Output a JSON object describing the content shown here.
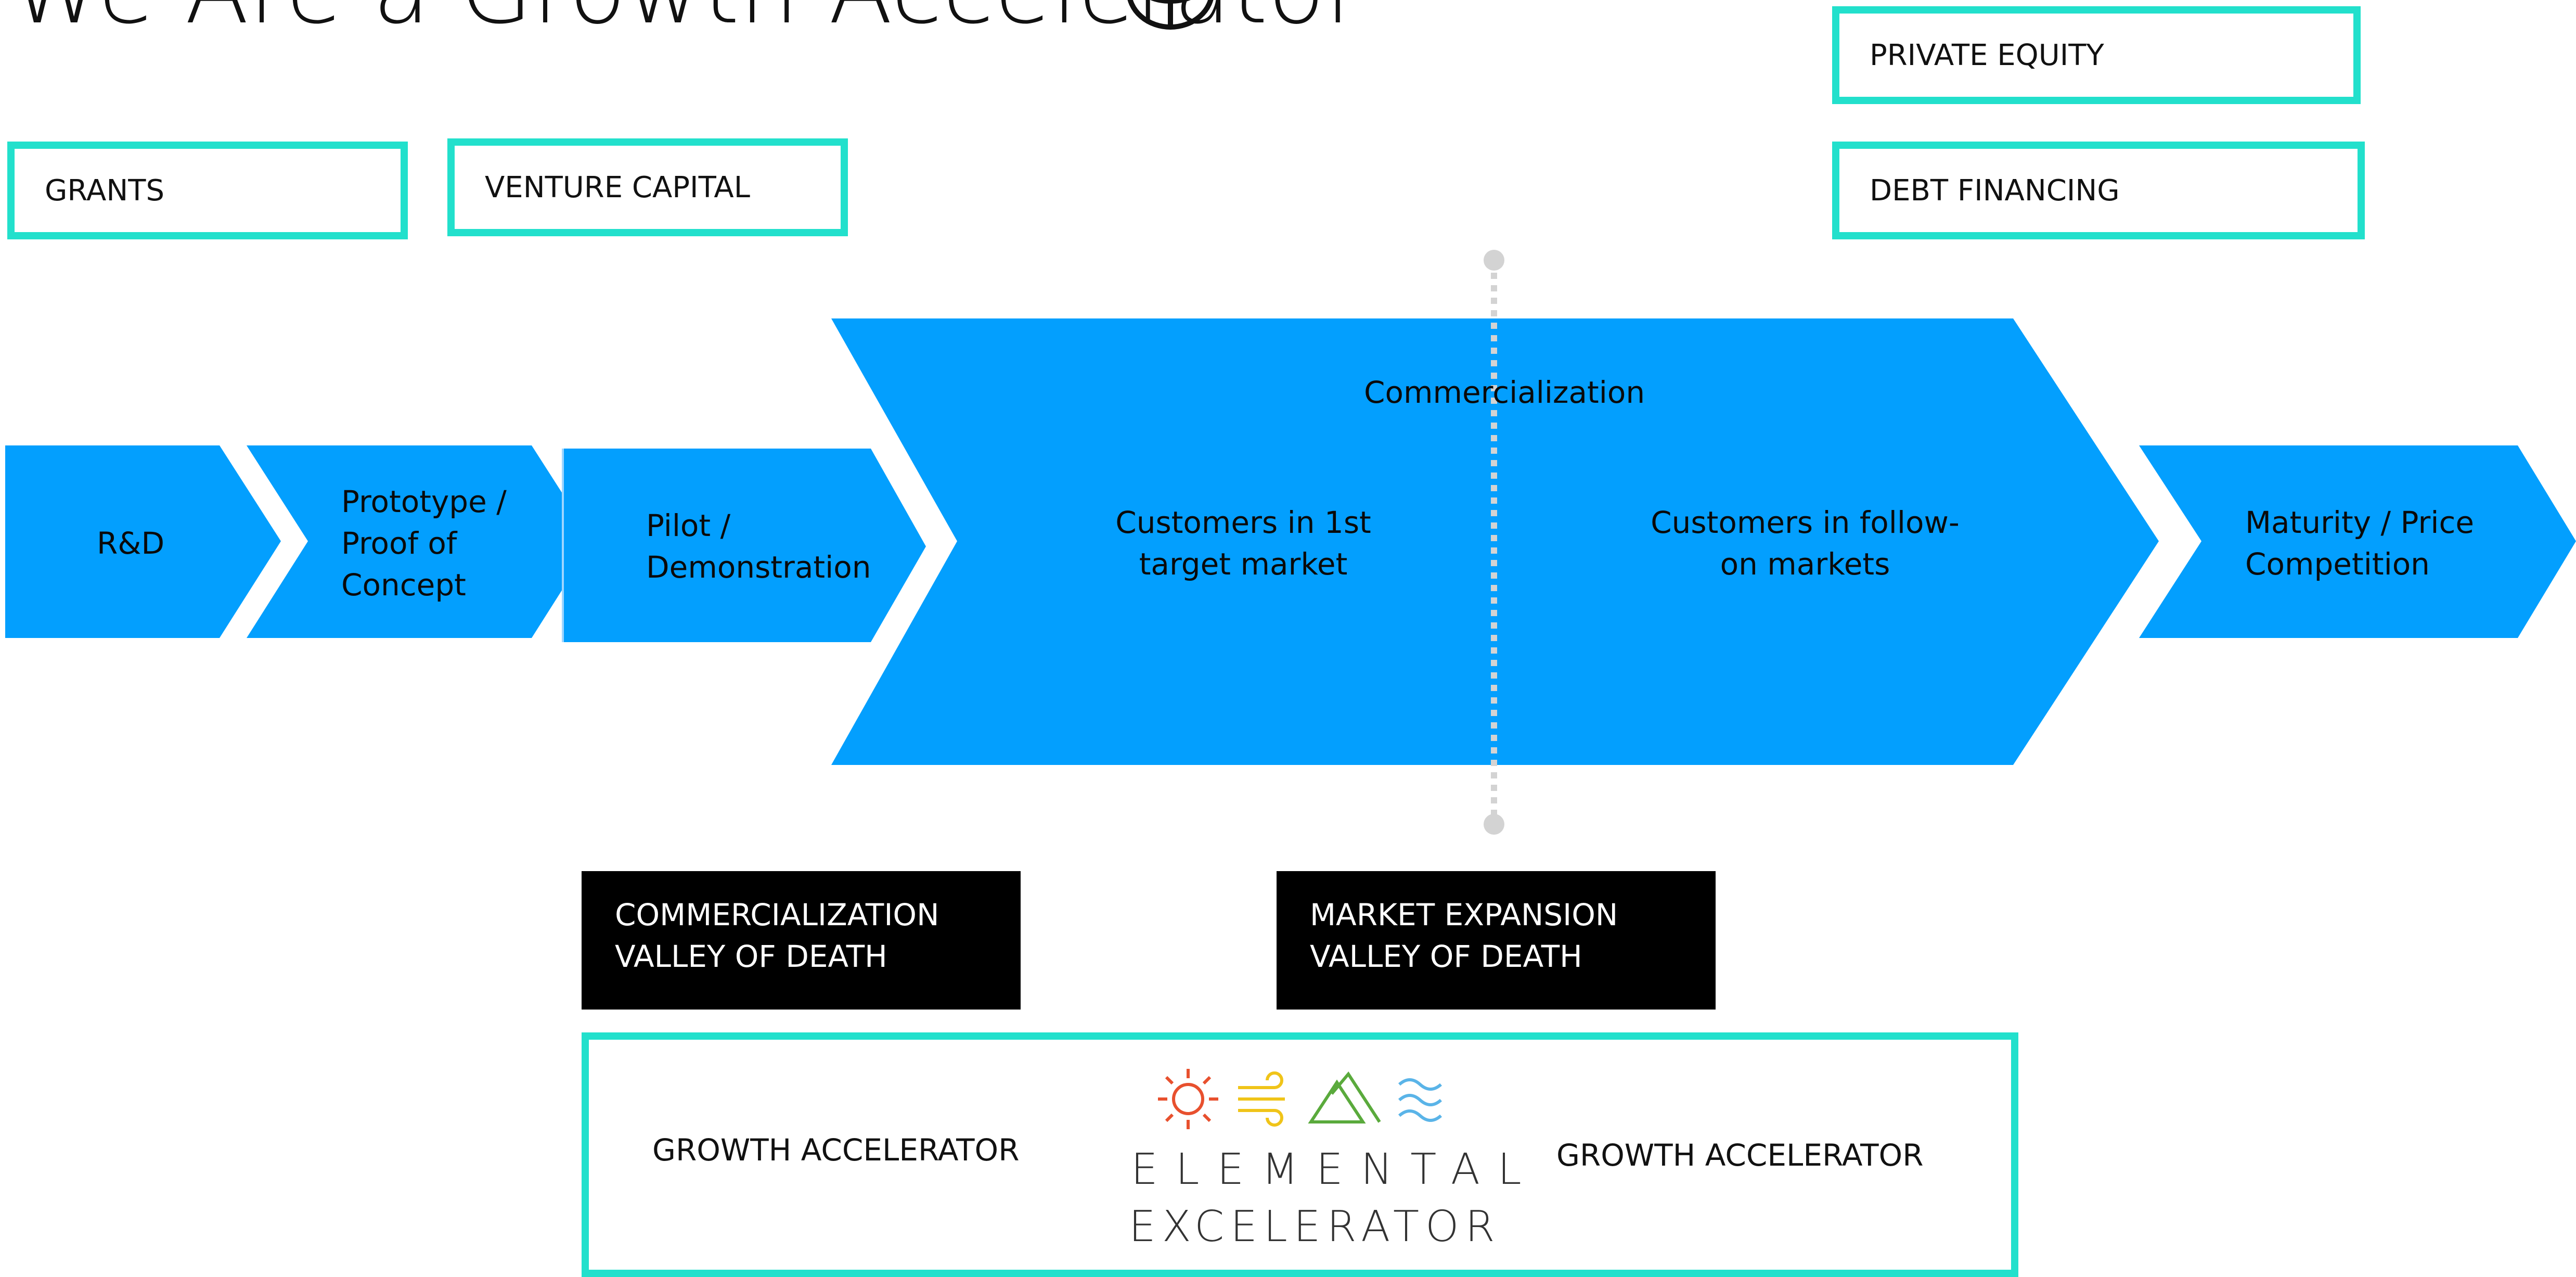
{
  "title": "We Are a Growth Accelerator",
  "colors": {
    "arrow": "#039ffe",
    "accent": "#22e0cc",
    "valley_bg": "#000000",
    "divider": "#d3d3d3"
  },
  "funding": {
    "grants": "GRANTS",
    "venture_capital": "VENTURE CAPITAL",
    "private_equity": "PRIVATE EQUITY",
    "debt_financing": "DEBT FINANCING"
  },
  "stages": {
    "rd": "R&D",
    "prototype": [
      "Prototype /",
      "Proof of",
      "Concept"
    ],
    "pilot": [
      "Pilot /",
      "Demonstration"
    ],
    "commercialization": "Commercialization",
    "first_market": [
      "Customers in 1st",
      "target market"
    ],
    "follow_on": [
      "Customers in follow-",
      "on markets"
    ],
    "maturity": [
      "Maturity / Price",
      "Competition"
    ]
  },
  "valleys": {
    "commercialization": [
      "COMMERCIALIZATION",
      "VALLEY OF DEATH"
    ],
    "market_expansion": [
      "MARKET EXPANSION",
      "VALLEY OF DEATH"
    ]
  },
  "accelerator": {
    "left_label": "GROWTH ACCELERATOR",
    "right_label": "GROWTH ACCELERATOR",
    "logo_line1": "ELEMENTAL",
    "logo_line2": "EXCELERATOR",
    "logo_icons": [
      "sun-icon",
      "wind-icon",
      "mountain-icon",
      "water-icon"
    ]
  }
}
